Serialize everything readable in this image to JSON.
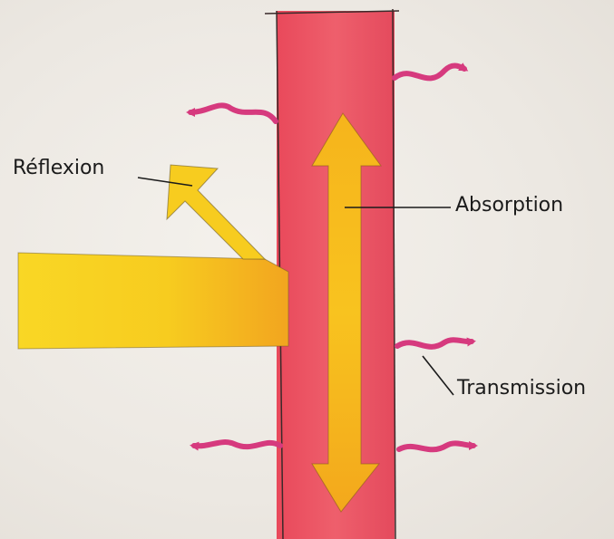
{
  "labels": {
    "reflexion": "Réflexion",
    "absorption": "Absorption",
    "transmission": "Transmission"
  },
  "colors": {
    "wall": "#e8505f",
    "wall_edge": "#3a2a2a",
    "light": "#f7cc1f",
    "light_warm": "#f3a81c",
    "heat_arrow": "#d63a7e",
    "background": "#eeebe6",
    "text": "#1b1b1b"
  }
}
